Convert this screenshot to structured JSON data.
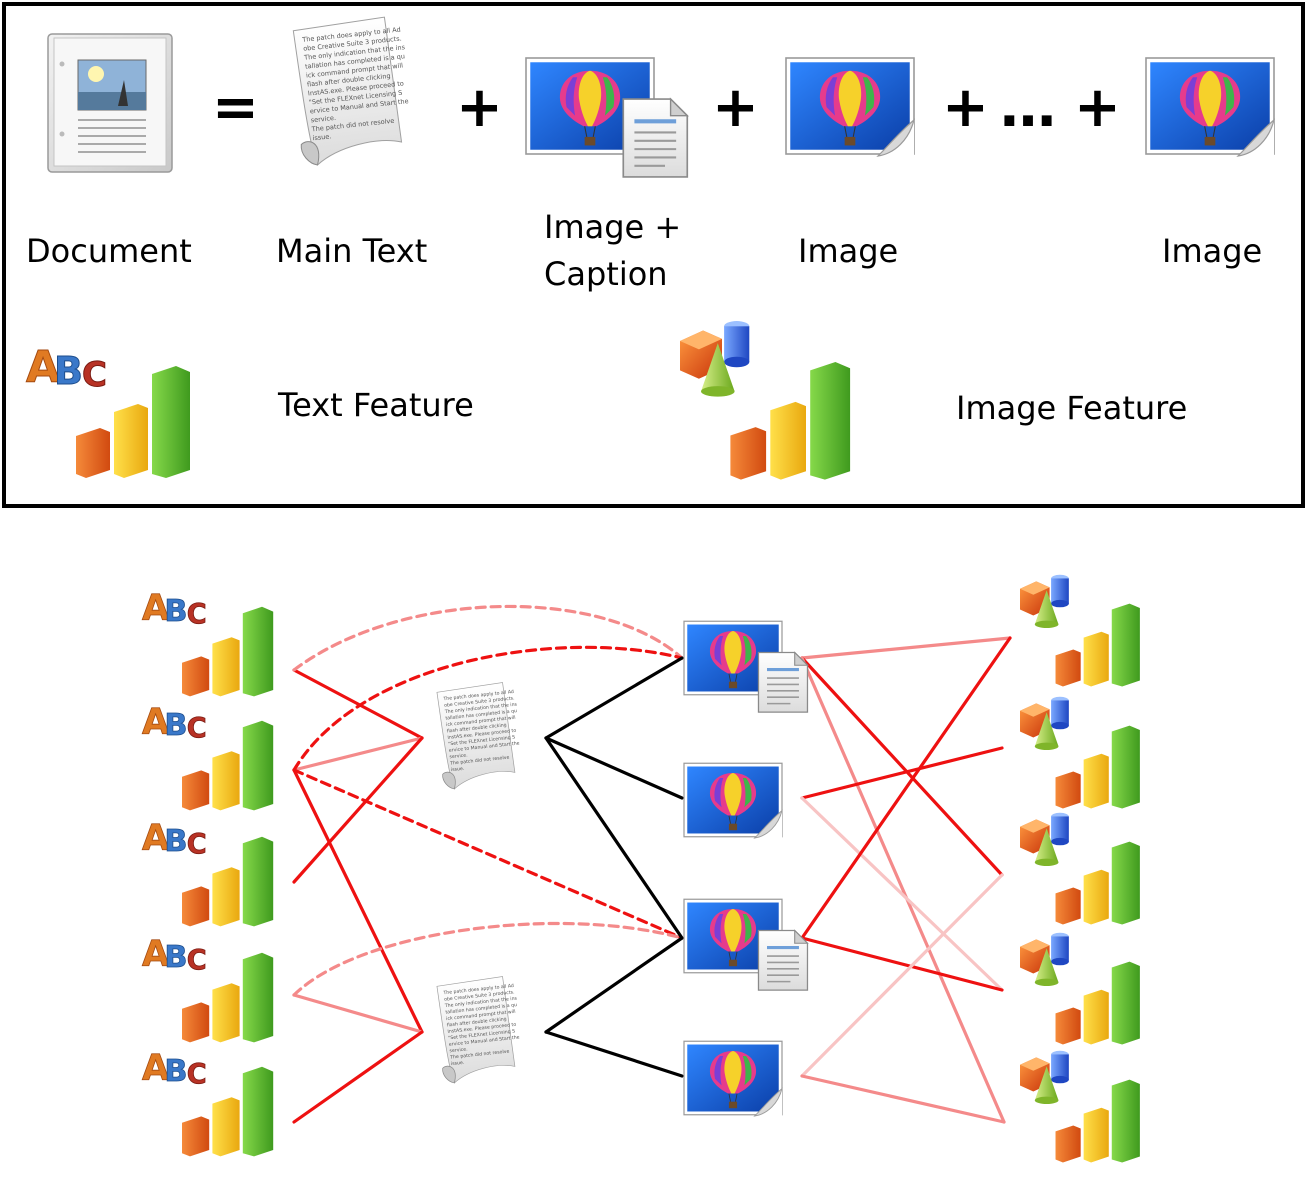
{
  "legend": {
    "document_label": "Document",
    "main_text_label": "Main Text",
    "image_caption_label_line1": "Image +",
    "image_caption_label_line2": "Caption",
    "image_label_1": "Image",
    "image_label_2": "Image",
    "text_feature_label": "Text Feature",
    "image_feature_label": "Image Feature",
    "operators": {
      "equals": "=",
      "plus": "+",
      "ellipsis": "…"
    }
  },
  "text_snippet": [
    "The patch does apply to all Ad",
    "obe Creative Suite 3 products.",
    "The only indication that the ins",
    "tallation has completed is a qu",
    "ick command prompt that will",
    "flash after double clicking",
    "InstAS.exe. Please proceed to",
    "\"Set the FLEXnet Licensing S",
    "ervice to Manual and Start the",
    "service.",
    "The patch did not resolve",
    "issue."
  ],
  "abc_letters": [
    "A",
    "B",
    "C"
  ],
  "colors": {
    "link_strong": "#ee1111",
    "link_light": "#f48a8a",
    "link_faint": "#f8c4c4",
    "link_black": "#000000",
    "bar_orange": "#f06a1e",
    "bar_yellow": "#f5c21b",
    "bar_green": "#5fb830",
    "sky_blue": "#1565d8"
  }
}
